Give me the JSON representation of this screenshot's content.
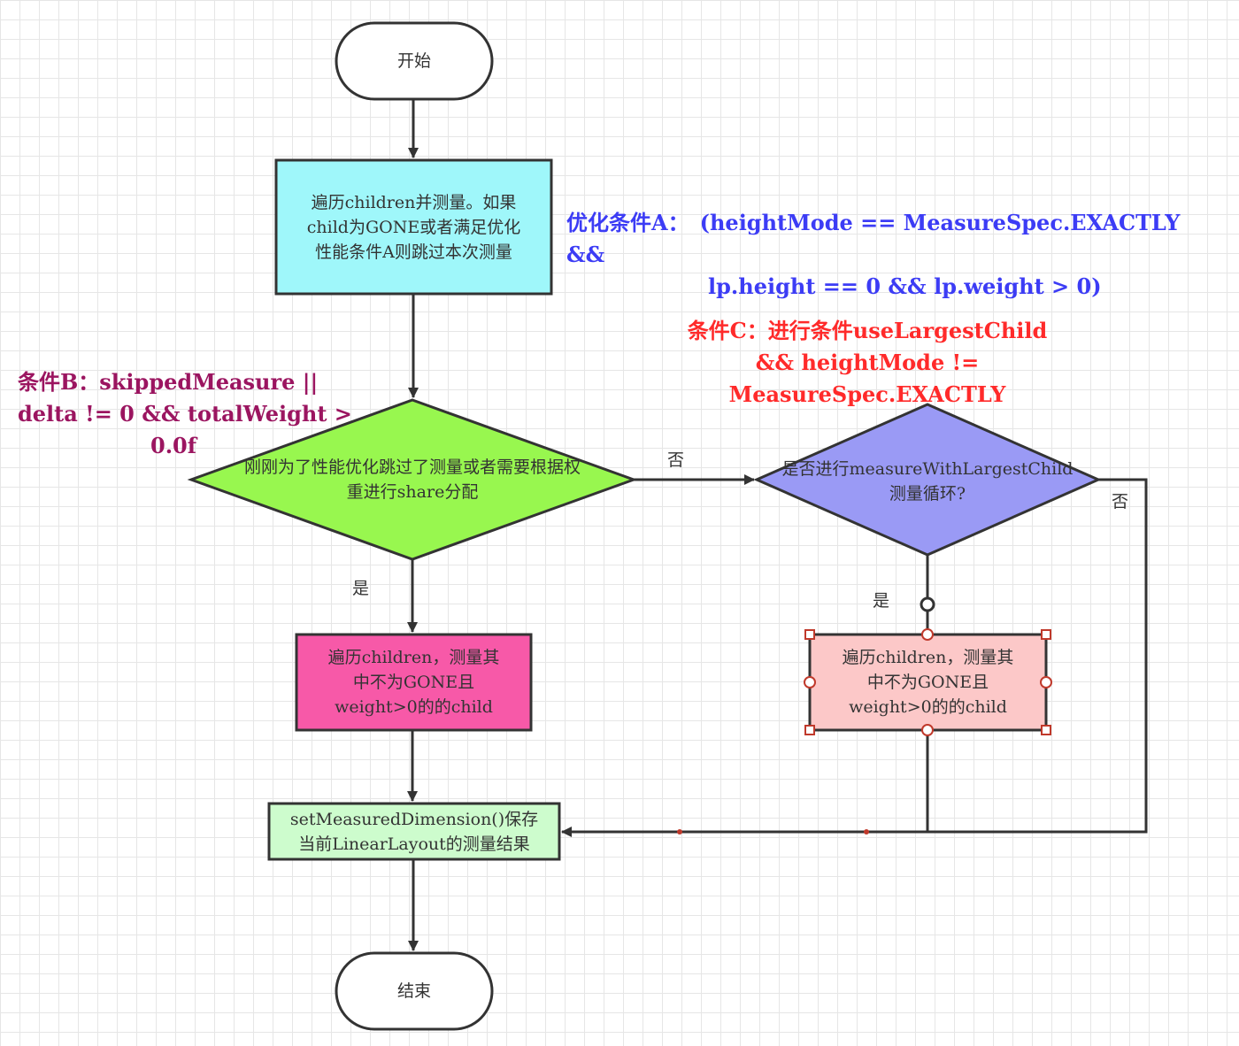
{
  "nodes": {
    "start": {
      "label": "开始"
    },
    "traverse_measure": {
      "lines": [
        "遍历children并测量。如果",
        "child为GONE或者满足优化",
        "性能条件A则跳过本次测量"
      ],
      "fill": "#9ff7fa"
    },
    "decision_b": {
      "lines": [
        "刚刚为了性能优化跳过了测量或者需要根据权",
        "重进行share分配"
      ],
      "fill": "#98f74f"
    },
    "decision_c": {
      "lines": [
        "是否进行measureWithLargestChild",
        "测量循环?"
      ],
      "fill": "#9a9af5"
    },
    "measure_weighted": {
      "lines": [
        "遍历children，测量其",
        "中不为GONE且",
        "weight>0的的child"
      ],
      "fill": "#f759a8"
    },
    "measure_weighted_selected": {
      "lines": [
        "遍历children，测量其",
        "中不为GONE且",
        "weight>0的的child"
      ],
      "fill": "#fcc8c8"
    },
    "set_dimension": {
      "lines": [
        "setMeasuredDimension()保存",
        "当前LinearLayout的测量结果"
      ],
      "fill": "#cdfccd"
    },
    "end": {
      "label": "结束"
    }
  },
  "edge_labels": {
    "b_no": "否",
    "b_yes": "是",
    "c_yes": "是",
    "c_no": "否"
  },
  "notes": {
    "condition_a": [
      "优化条件A：　(heightMode == MeasureSpec.EXACTLY &&",
      "lp.height == 0 && lp.weight > 0)"
    ],
    "condition_b": [
      "条件B：skippedMeasure ||",
      "delta != 0 && totalWeight >",
      "0.0f"
    ],
    "condition_c": [
      "条件C：进行条件useLargestChild",
      "&& heightMode !=",
      "MeasureSpec.EXACTLY"
    ]
  },
  "colors": {
    "note_a": "#3c3cf5",
    "note_b": "#9b1560",
    "note_c": "#ff2a2a",
    "edge": "#333333",
    "selection_handle": "#c0392b"
  }
}
